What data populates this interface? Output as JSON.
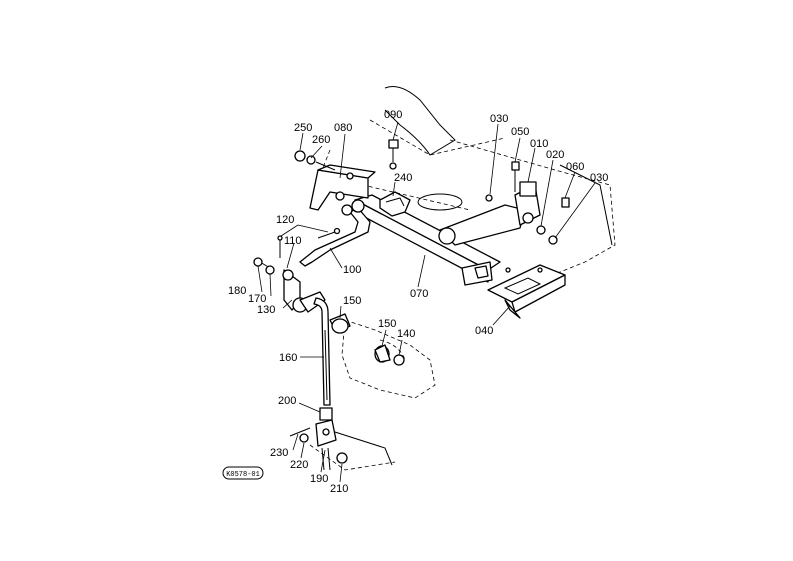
{
  "labels": {
    "p010": "010",
    "p020": "020",
    "p030a": "030",
    "p030b": "030",
    "p040": "040",
    "p050": "050",
    "p060": "060",
    "p070": "070",
    "p080": "080",
    "p090": "090",
    "p100": "100",
    "p110": "110",
    "p120": "120",
    "p130": "130",
    "p140": "140",
    "p150a": "150",
    "p150b": "150",
    "p160": "160",
    "p170": "170",
    "p180": "180",
    "p190": "190",
    "p200": "200",
    "p210": "210",
    "p220": "220",
    "p230": "230",
    "p240": "240",
    "p250": "250",
    "p260": "260"
  },
  "badge": "K0578-01"
}
